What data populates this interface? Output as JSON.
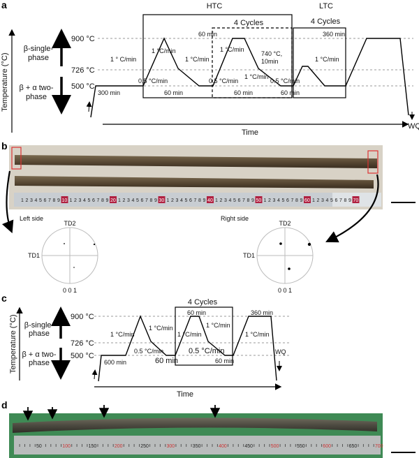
{
  "panels": {
    "a": "a",
    "b": "b",
    "c": "c",
    "d": "d"
  },
  "common": {
    "y_axis": "Temperature (°C)",
    "x_axis": "Time",
    "beta_single": [
      "β-single-",
      "phase"
    ],
    "beta_alpha": [
      "β + α two-",
      "phase"
    ],
    "t900": "900 °C",
    "t726": "726 °C",
    "t500": "500 °C",
    "wq": "WQ"
  },
  "panel_a": {
    "htc": "HTC",
    "ltc": "LTC",
    "cycles_htc": "4 Cycles",
    "cycles_ltc": "4 Cycles",
    "labels": [
      "300 min",
      "1 ° C/min",
      "1 °C/min",
      "0.5 °C/min",
      "60 min",
      "60 min",
      "1 °C/min",
      "1 °C/min",
      "0.5 °C/min",
      "60 min",
      "1 °C/min",
      "740 °C,",
      "10min",
      "0.5 °C/min",
      "60 min",
      "360 min",
      "1 °C/min"
    ]
  },
  "panel_b": {
    "left_side": "Left side",
    "right_side": "Right side",
    "td1": "TD1",
    "td2": "TD2",
    "pole": "0 0 1",
    "ruler_minor": "1 2 3 4 5 6 7 8 9",
    "ruler_major": [
      "10",
      "20",
      "30",
      "40",
      "50",
      "60",
      "70"
    ]
  },
  "panel_c": {
    "cycles": "4 Cycles",
    "labels": [
      "600 min",
      "1 °C/min",
      "1 °C/min",
      "0.5 °C/min",
      "60 min",
      "60 min",
      "1 °C/min",
      "1 °C/min",
      "0.5 °C/min",
      "60 min",
      "360 min",
      "1 °C/min"
    ]
  },
  "panel_d": {
    "ruler_labels": [
      "50",
      "100",
      "150",
      "200",
      "250",
      "300",
      "350",
      "400",
      "450",
      "500",
      "550",
      "600",
      "650",
      "700"
    ]
  },
  "colors": {
    "red_box": "#d33",
    "rod": "#5a4a35",
    "photo_bg_b": "#d8d2c6",
    "photo_bg_d": "#3f8a55",
    "ruler_d": "#b9bcbc"
  }
}
